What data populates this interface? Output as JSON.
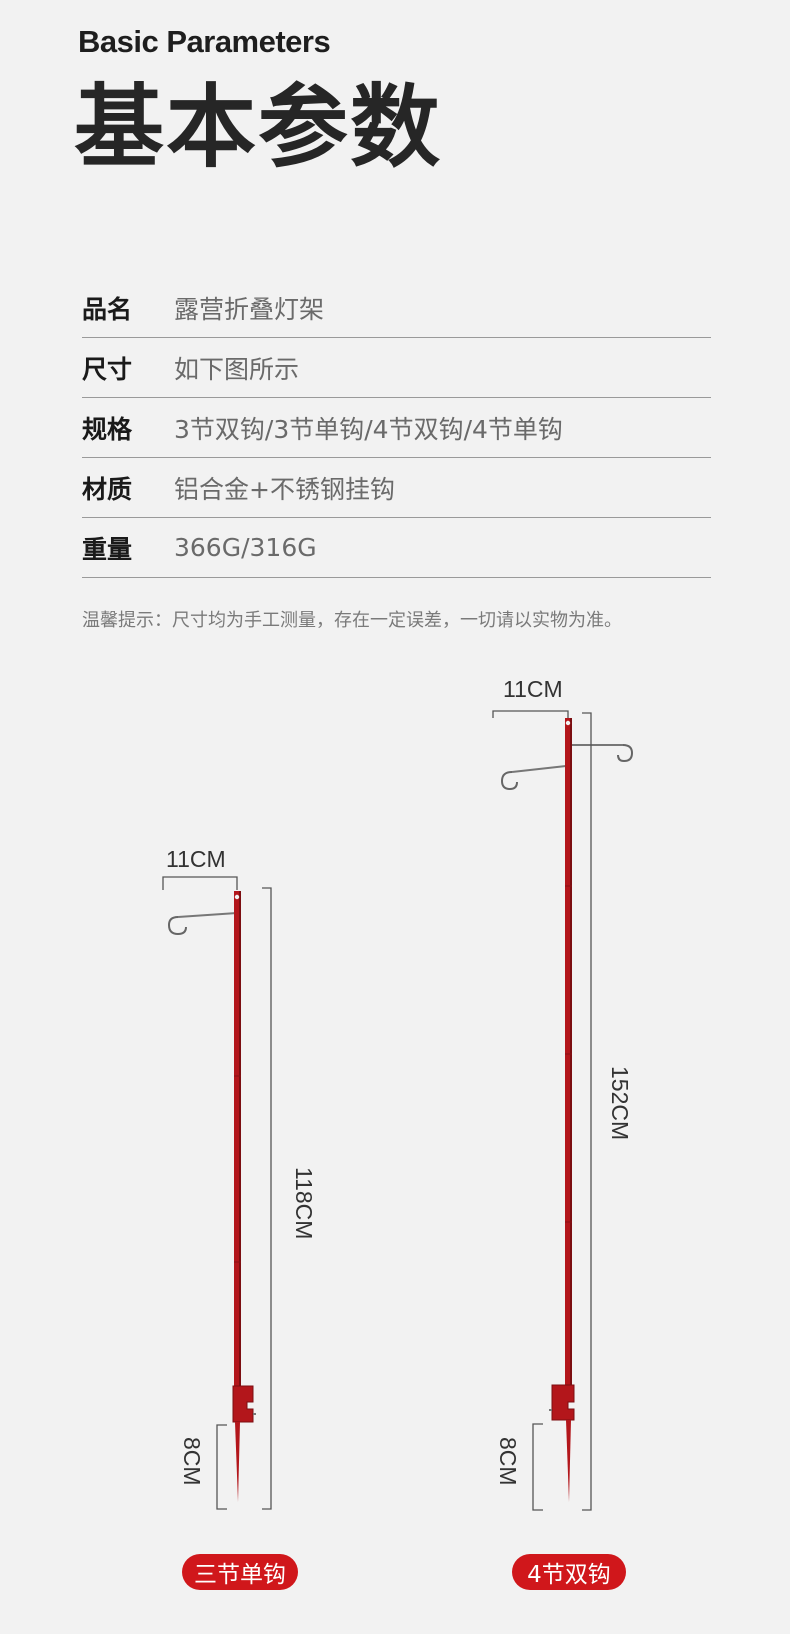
{
  "header": {
    "title_en": "Basic Parameters",
    "title_cn": "基本参数"
  },
  "params": [
    {
      "key": "品名",
      "value": "露营折叠灯架"
    },
    {
      "key": "尺寸",
      "value": "如下图所示"
    },
    {
      "key": "规格",
      "value": "3节双钩/3节单钩/4节双钩/4节单钩"
    },
    {
      "key": "材质",
      "value": "铝合金+不锈钢挂钩"
    },
    {
      "key": "重量",
      "value": "366G/316G"
    }
  ],
  "note": "温馨提示：尺寸均为手工测量，存在一定误差，一切请以实物为准。",
  "left_stand": {
    "hook_width": "11CM",
    "height": "118CM",
    "stake": "8CM",
    "badge": "三节单钩"
  },
  "right_stand": {
    "hook_width": "11CM",
    "height": "152CM",
    "stake": "8CM",
    "badge": "4节双钩"
  },
  "colors": {
    "pole": "#b3161b",
    "badge": "#d0171b",
    "background": "#f2f2f2"
  }
}
